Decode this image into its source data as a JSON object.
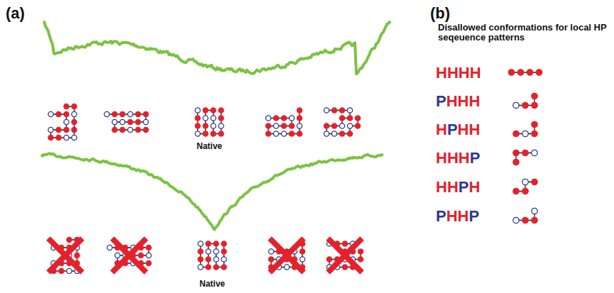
{
  "diagram": {
    "labels": [
      "(a)",
      "(b)",
      "Disallowed conformations for local HP seqeuence patterns",
      "HHHH",
      "PHHH",
      "HPHH",
      "HHHP",
      "HHPH",
      "PHHP",
      "Native",
      "Native"
    ]
  }
}
